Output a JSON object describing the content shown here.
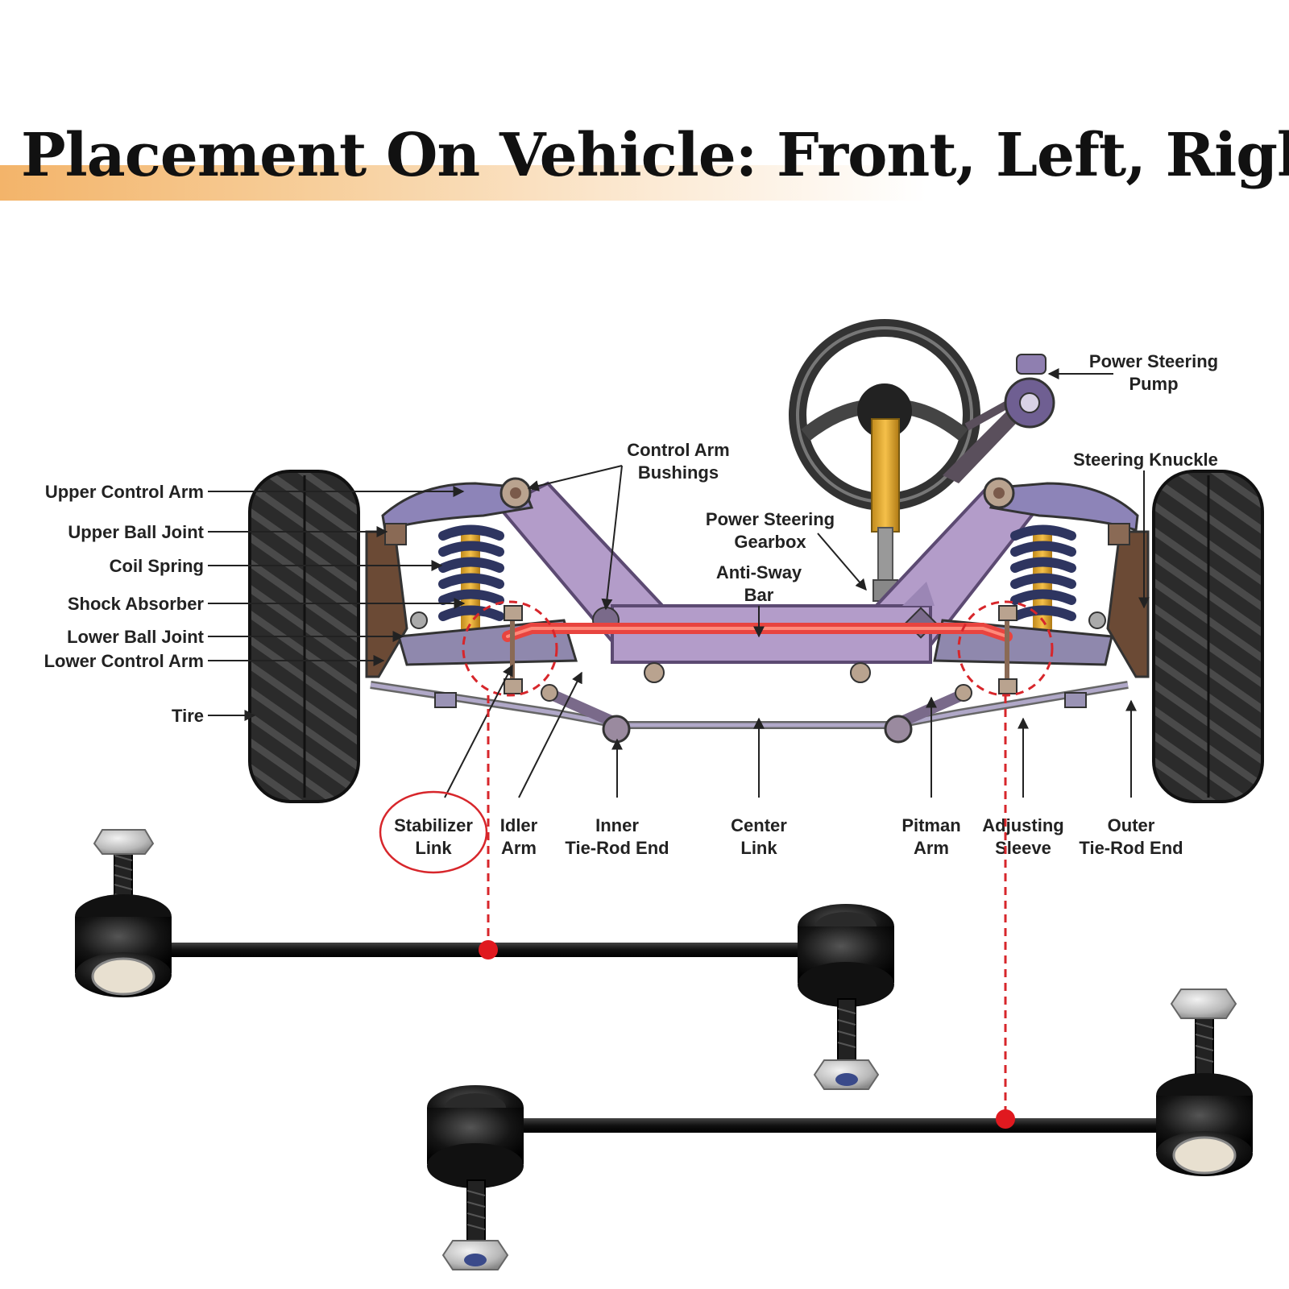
{
  "title": "Placement On Vehicle: Front, Left, Right",
  "labels": {
    "upper_control_arm": "Upper Control Arm",
    "upper_ball_joint": "Upper Ball Joint",
    "coil_spring": "Coil Spring",
    "shock_absorber": "Shock Absorber",
    "lower_ball_joint": "Lower Ball Joint",
    "lower_control_arm": "Lower Control Arm",
    "tire": "Tire",
    "control_arm_bushings": [
      "Control Arm",
      "Bushings"
    ],
    "power_steering_gearbox": [
      "Power Steering",
      "Gearbox"
    ],
    "anti_sway_bar": [
      "Anti-Sway",
      "Bar"
    ],
    "power_steering_pump": [
      "Power Steering",
      "Pump"
    ],
    "steering_knuckle": "Steering Knuckle",
    "stabilizer_link": [
      "Stabilizer",
      "Link"
    ],
    "idler_arm": [
      "Idler",
      "Arm"
    ],
    "inner_tie_rod_end": [
      "Inner",
      "Tie-Rod End"
    ],
    "center_link": [
      "Center",
      "Link"
    ],
    "pitman_arm": [
      "Pitman",
      "Arm"
    ],
    "adjusting_sleeve": [
      "Adjusting",
      "Sleeve"
    ],
    "outer_tie_rod_end": [
      "Outer",
      "Tie-Rod End"
    ]
  },
  "colors": {
    "accent_red": "#d7262b",
    "frame": "#b39cc9",
    "title_band": "#f3b46a"
  }
}
